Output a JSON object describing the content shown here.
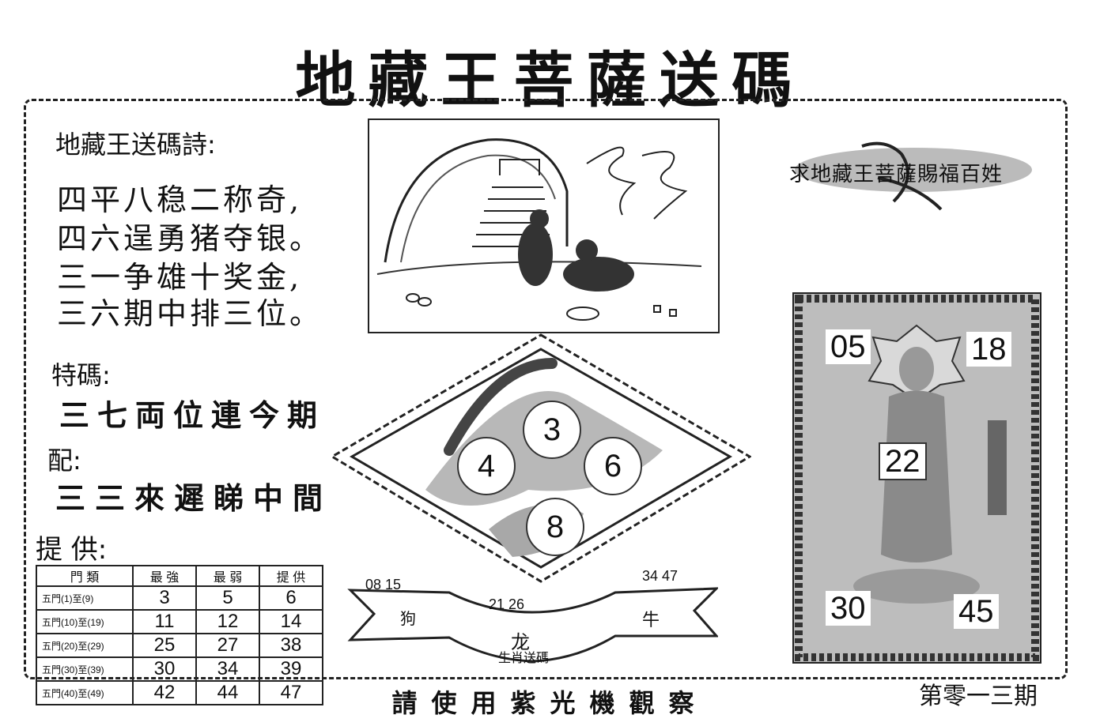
{
  "title": "地藏王菩薩送碼",
  "poem": {
    "heading": "地藏王送碼詩:",
    "lines": [
      "四平八稳二称奇,",
      "四六逞勇猪夺银。",
      "三一争雄十奖金,",
      "三六期中排三位。"
    ]
  },
  "tema": {
    "label": "特碼:",
    "text": "三七両位連今期"
  },
  "pei": {
    "label": "配:",
    "text": "三三來遲睇中間"
  },
  "provide": {
    "label": "提 供:",
    "headers": [
      "門 類",
      "最 強",
      "最 弱",
      "提 供"
    ],
    "rows": [
      {
        "label": "五門(1)至(9)",
        "values": [
          "3",
          "5",
          "6"
        ]
      },
      {
        "label": "五門(10)至(19)",
        "values": [
          "11",
          "12",
          "14"
        ]
      },
      {
        "label": "五門(20)至(29)",
        "values": [
          "25",
          "27",
          "38"
        ]
      },
      {
        "label": "五門(30)至(39)",
        "values": [
          "30",
          "34",
          "39"
        ]
      },
      {
        "label": "五門(40)至(49)",
        "values": [
          "42",
          "44",
          "47"
        ]
      }
    ]
  },
  "diamond": {
    "numbers": [
      "3",
      "4",
      "6",
      "8"
    ]
  },
  "banner": {
    "left_nums": "08 15",
    "left_animal": "狗",
    "center_nums": "21 26",
    "center_animal": "龙",
    "right_nums": "34 47",
    "right_animal": "牛",
    "caption": "生肖送碼"
  },
  "seal_text": "求地藏王菩薩賜福百姓",
  "statue": {
    "top_left": "05",
    "top_right": "18",
    "center": "22",
    "bottom_left": "30",
    "bottom_right": "45"
  },
  "footer": "請使用紫光機觀察",
  "issue": "第零一三期"
}
